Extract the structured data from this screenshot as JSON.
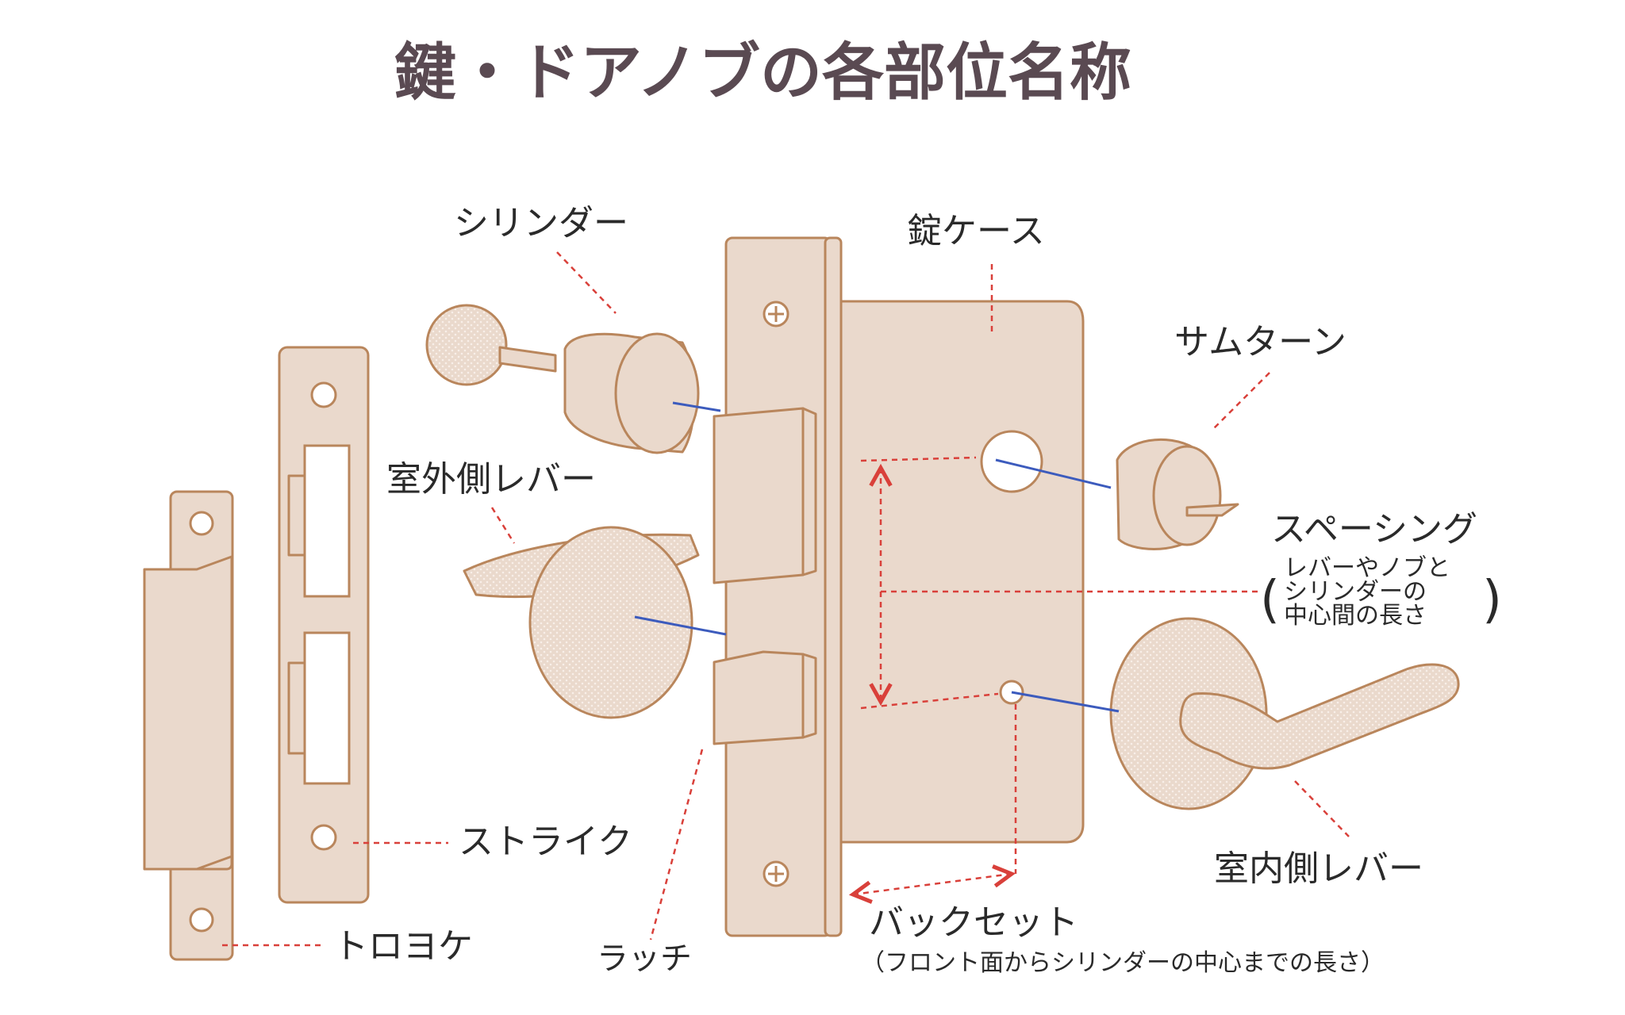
{
  "title": "鍵・ドアノブの各部位名称",
  "colors": {
    "title": "#5a4a52",
    "part_fill": "#ead9cc",
    "part_stroke": "#b9865c",
    "leader_line": "#d9403a",
    "axis_line": "#3c5bbd",
    "text": "#2a2a2a"
  },
  "labels": {
    "cylinder": "シリンダー",
    "lock_case": "錠ケース",
    "thumb_turn": "サムターン",
    "outside_lever": "室外側レバー",
    "spacing": "スペーシング",
    "spacing_note_line1": "レバーやノブと",
    "spacing_note_line2": "シリンダーの",
    "spacing_note_line3": "中心間の長さ",
    "strike": "ストライク",
    "inside_lever": "室内側レバー",
    "backset": "バックセット",
    "backset_note": "（フロント面からシリンダーの中心までの長さ）",
    "latch": "ラッチ",
    "box_strike": "トロヨケ"
  }
}
